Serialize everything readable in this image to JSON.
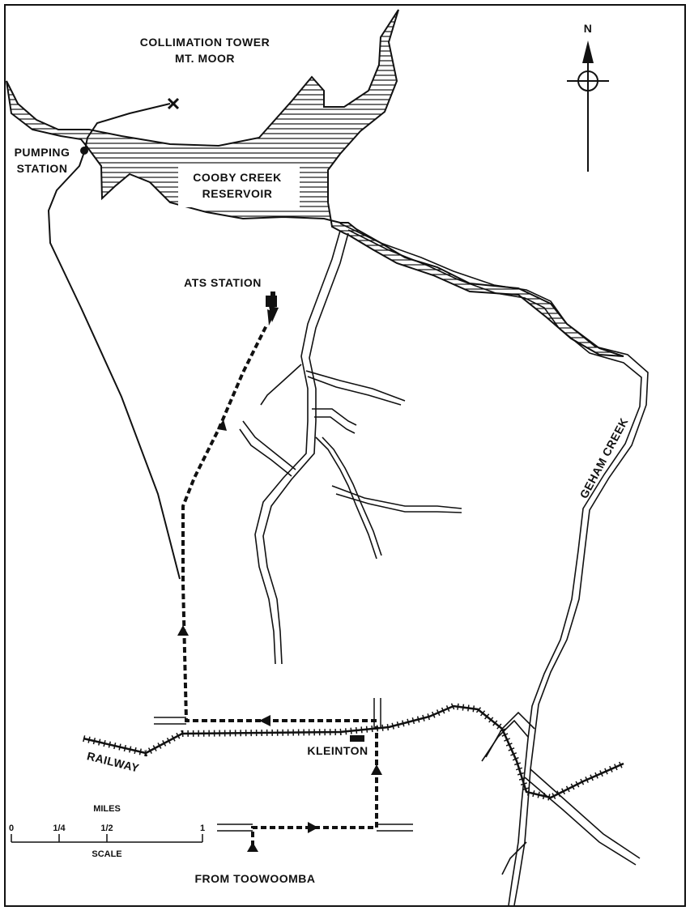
{
  "map": {
    "labels": {
      "collimation_line1": "COLLIMATION TOWER",
      "collimation_line2": "MT. MOOR",
      "pumping_line1": "PUMPING",
      "pumping_line2": "STATION",
      "reservoir_line1": "COOBY CREEK",
      "reservoir_line2": "RESERVOIR",
      "ats_station": "ATS STATION",
      "geham_creek": "GEHAM CREEK",
      "kleinton": "KLEINTON",
      "railway": "RAILWAY",
      "from_toowoomba": "FROM TOOWOOMBA"
    },
    "north_arrow": {
      "label": "N"
    },
    "scale_bar": {
      "title": "MILES",
      "caption": "SCALE",
      "tick_0": "0",
      "tick_quarter": "1/4",
      "tick_half": "1/2",
      "tick_1": "1"
    },
    "colors": {
      "ink": "#111111",
      "background": "#ffffff"
    },
    "icons": {
      "tower": "x-mark-icon",
      "pump": "filled-dot-icon",
      "north": "north-arrow-icon"
    }
  }
}
